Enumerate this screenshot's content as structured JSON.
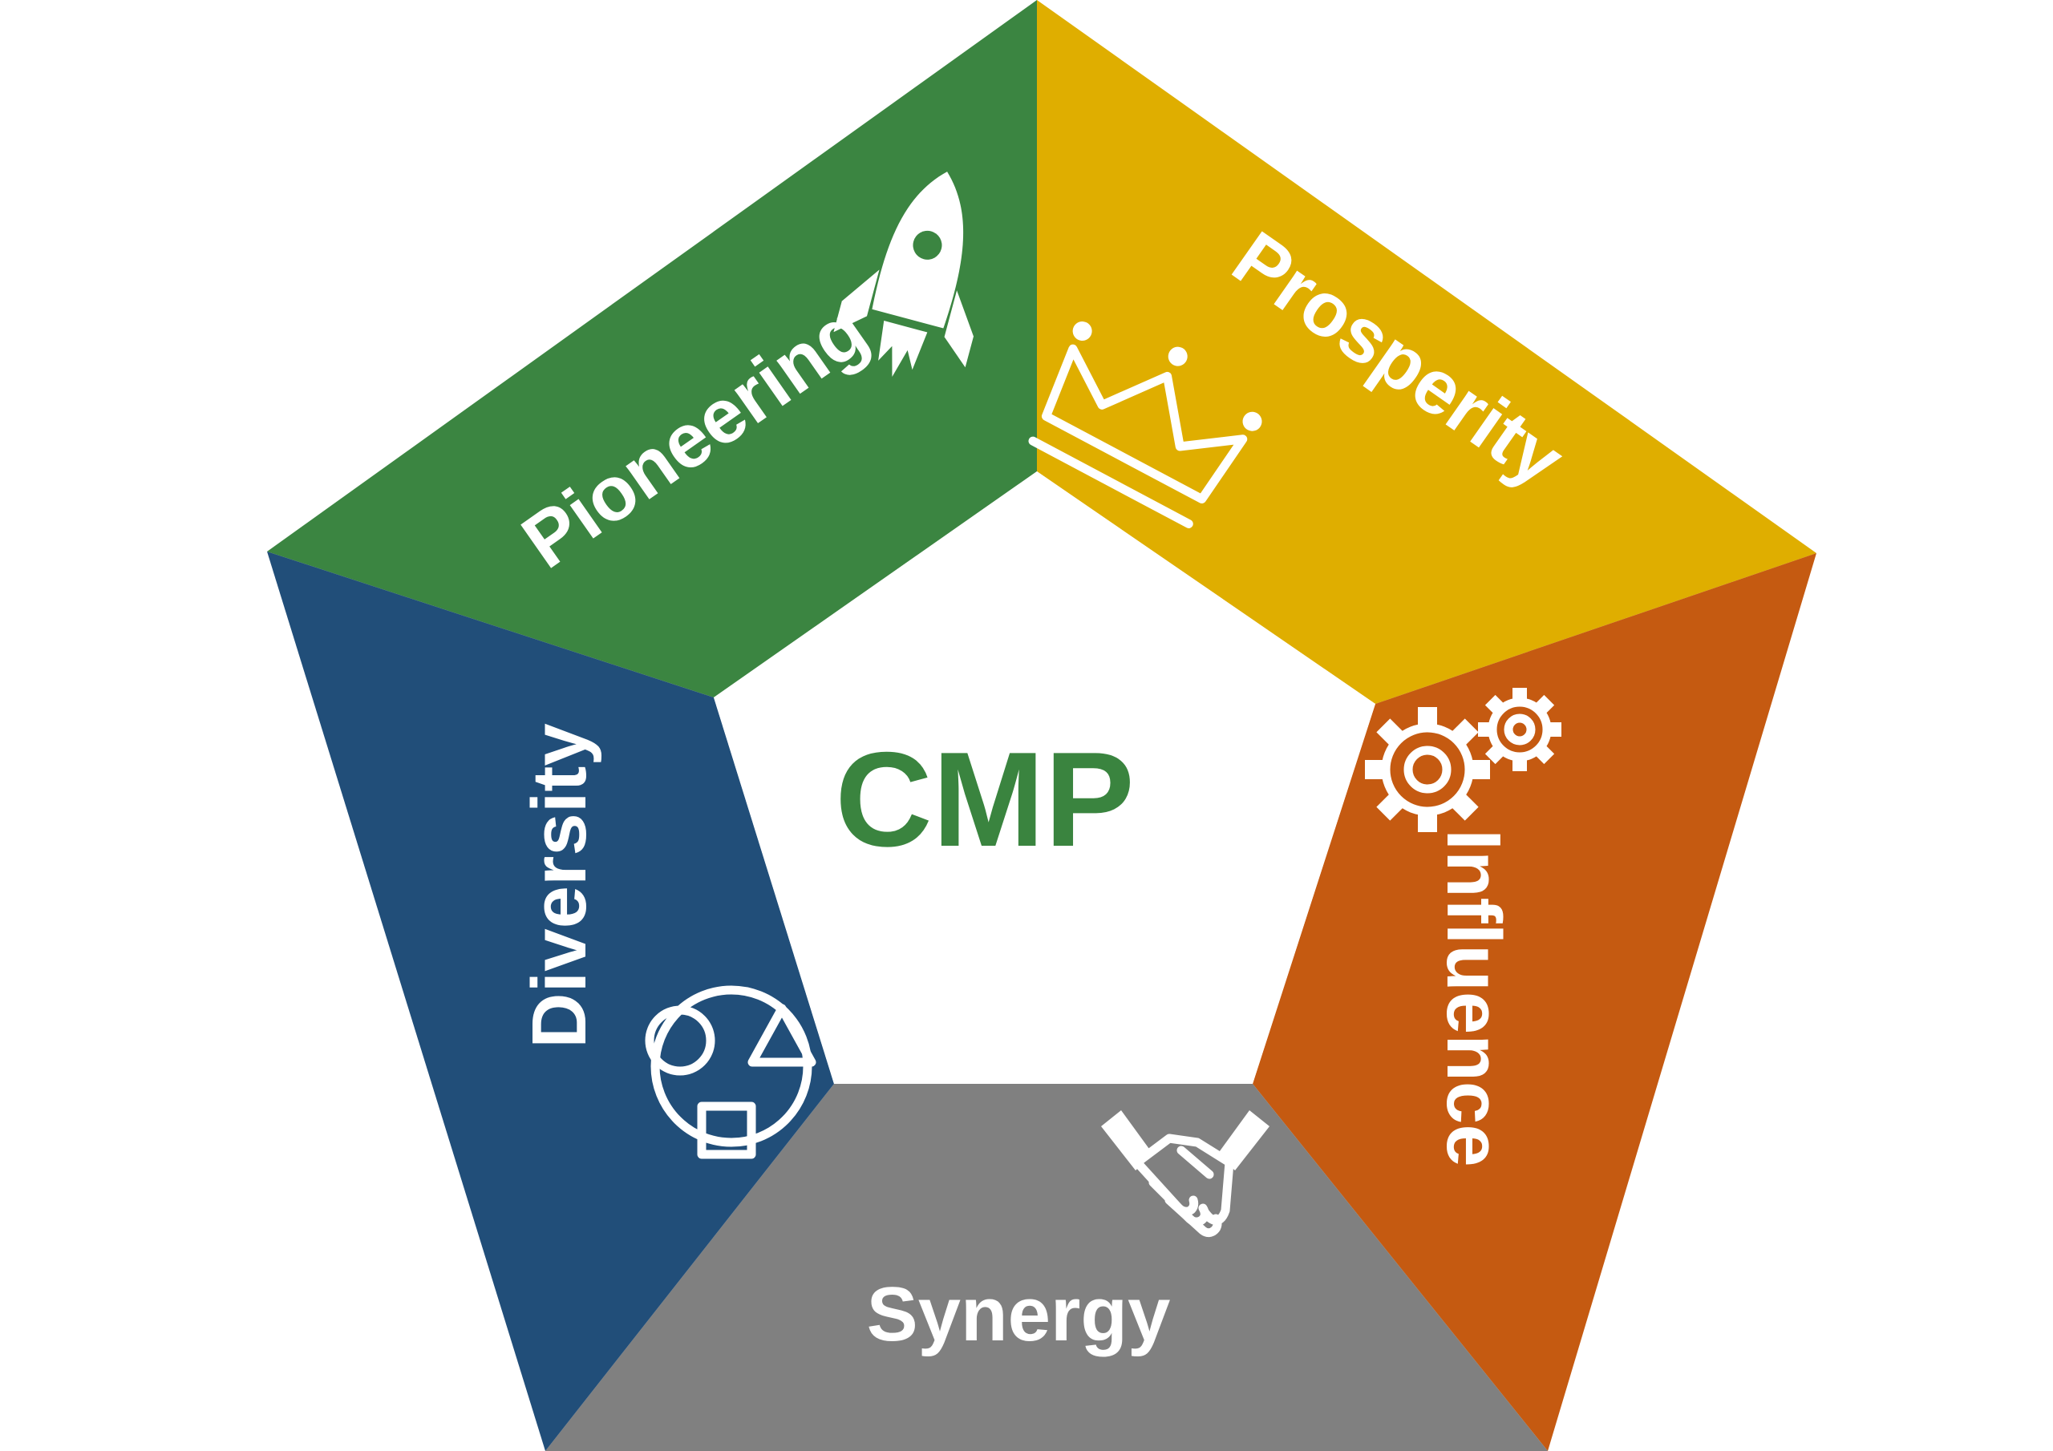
{
  "center": {
    "label": "CMP",
    "color": "#3a843f"
  },
  "segments": {
    "pioneering": {
      "label": "Pioneering",
      "color": "#3b8541",
      "icon": "rocket-icon"
    },
    "prosperity": {
      "label": "Prosperity",
      "color": "#dfae00",
      "icon": "crown-icon"
    },
    "influence": {
      "label": "Influence",
      "color": "#c55a11",
      "icon": "gears-icon"
    },
    "synergy": {
      "label": "Synergy",
      "color": "#808080",
      "icon": "handshake-icon"
    },
    "diversity": {
      "label": "Diversity",
      "color": "#214e79",
      "icon": "shapes-icon"
    }
  }
}
